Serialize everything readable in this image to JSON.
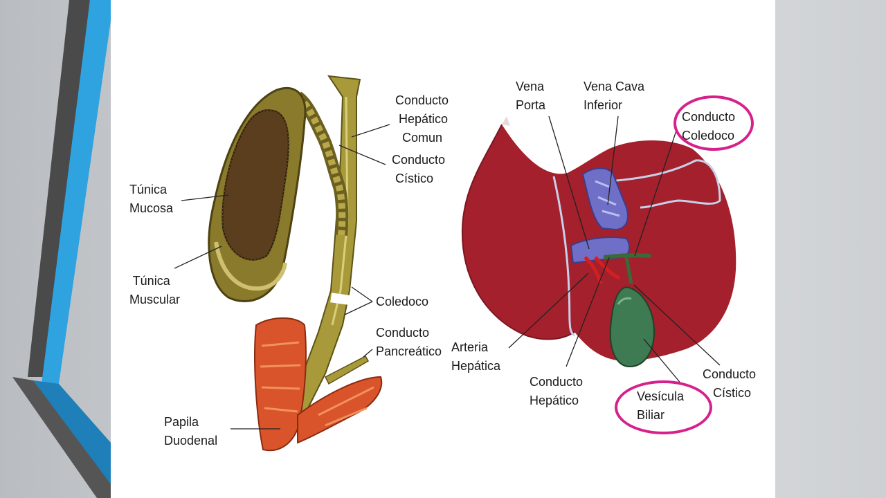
{
  "colors": {
    "accent_blue": "#2fa3e0",
    "dark_band": "#4a4a4a",
    "highlight": "#d6208c",
    "liver": "#a3202c",
    "gallbladder_wall": "#8a7a2c",
    "duodenum": "#d9542a"
  },
  "left_diagram": {
    "labels": {
      "conducto_hepatico_comun": "Conducto\n Hepático\n  Comun",
      "conducto_cistico": "Conducto\n Cístico",
      "tunica_mucosa": "Túnica\nMucosa",
      "tunica_muscular": " Túnica\nMuscular",
      "coledoco": "Coledoco",
      "conducto_pancreatico": "Conducto\nPancreático",
      "papila_duodenal": "Papila\nDuodenal"
    }
  },
  "right_diagram": {
    "labels": {
      "vena_porta": "Vena\nPorta",
      "vena_cava_inferior": "Vena Cava\nInferior",
      "conducto_coledoco": "Conducto\nColedoco",
      "arteria_hepatica": "Arteria\nHepática",
      "conducto_hepatico": "Conducto\nHepático",
      "vesicula_biliar": "Vesícula\nBiliar",
      "conducto_cistico": "Conducto\n   Cístico"
    }
  }
}
